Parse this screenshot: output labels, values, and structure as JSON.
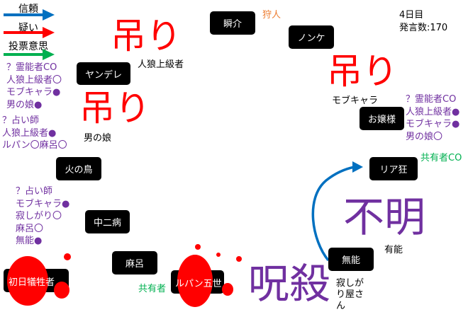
{
  "legend": {
    "trust": "信頼",
    "doubt": "疑い",
    "vote": "投票意思",
    "colors": {
      "trust": "#0070c0",
      "doubt": "#ff0000",
      "vote": "#00b050"
    }
  },
  "status": {
    "day": "4日目",
    "posts": "発言数:170"
  },
  "players": {
    "shunsuke": "瞬介",
    "nonke": "ノンケ",
    "yandere": "ヤンデレ",
    "ojousama": "お嬢様",
    "hinotori": "火の鳥",
    "riakyou": "リア狂",
    "chuunibyou": "中二病",
    "muno": "無能",
    "maro": "麻呂",
    "shonichi": "初日犠牲者",
    "lupin": "ルパン五世"
  },
  "roles": {
    "hunter": "狩人",
    "sharer_co": "共有者CO",
    "sharer": "共有者"
  },
  "fates": {
    "hang1": "吊り",
    "hang2": "吊り",
    "hang3": "吊り",
    "unknown": "不明",
    "cursed": "呪殺"
  },
  "under_labels": {
    "hang1": "人狼上級者",
    "hang2": "男の娘",
    "hang3": "モブキャラ",
    "unknown": "有能",
    "cursed": "寂しがり屋さん"
  },
  "claims": {
    "yandere": [
      "？霊能者CO",
      "人狼上級者〇",
      "モブキャラ●",
      "男の娘●"
    ],
    "otokonoko": [
      "？占い師",
      "人狼上級者●",
      "ルパン〇麻呂〇"
    ],
    "ojousama": [
      "？霊能者CO",
      "人狼上級者●",
      "モブキャラ●",
      "男の娘〇"
    ],
    "chuunibyou": [
      "？占い師",
      "モブキャラ●",
      "寂しがり〇",
      "麻呂〇",
      "無能●"
    ]
  }
}
